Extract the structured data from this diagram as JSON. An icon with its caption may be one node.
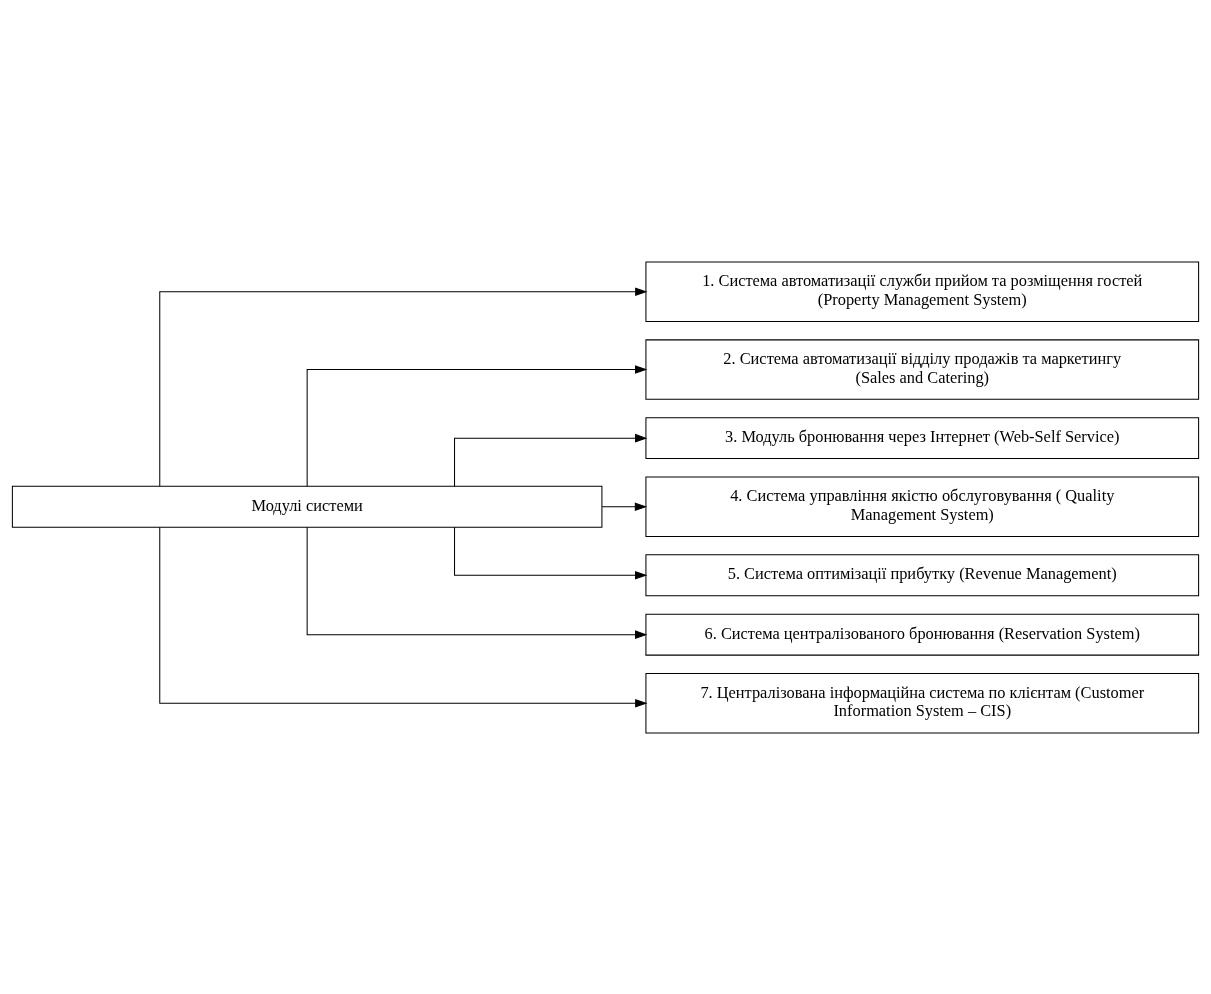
{
  "diagram": {
    "nodes": [
      {
        "text": [
          "Модулі системи"
        ]
      },
      {
        "text": [
          "1. Система автоматизації служби прийом та розміщення гостей (Property Management System)"
        ]
      },
      {
        "text": [
          "2. Система автоматизації відділу продажів та маркетингу (Sales and Catering)"
        ]
      },
      {
        "text": [
          "3. Модуль бронювання через Інтернет (Web-Self Service)"
        ]
      },
      {
        "text": [
          "4. Система управління якістю обслуговування ( Quality Management System)"
        ]
      },
      {
        "text": [
          "5. Система оптимізації прибутку (Revenue Management)"
        ]
      },
      {
        "text": [
          "6. Система централізованого бронювання (Reservation System)"
        ]
      },
      {
        "text": [
          "7. Централізована інформаційна система по клієнтам (Customer Information System – CIS)"
        ]
      }
    ],
    "edges": [
      {
        "from": 0,
        "to": 1,
        "arrow": "to"
      },
      {
        "from": 0,
        "to": 2,
        "arrow": "to"
      },
      {
        "from": 0,
        "to": 3,
        "arrow": "to"
      },
      {
        "from": 0,
        "to": 4,
        "arrow": "to"
      },
      {
        "from": 0,
        "to": 5,
        "arrow": "to"
      },
      {
        "from": 0,
        "to": 6,
        "arrow": "to"
      },
      {
        "from": 0,
        "to": 7,
        "arrow": "to"
      }
    ]
  }
}
